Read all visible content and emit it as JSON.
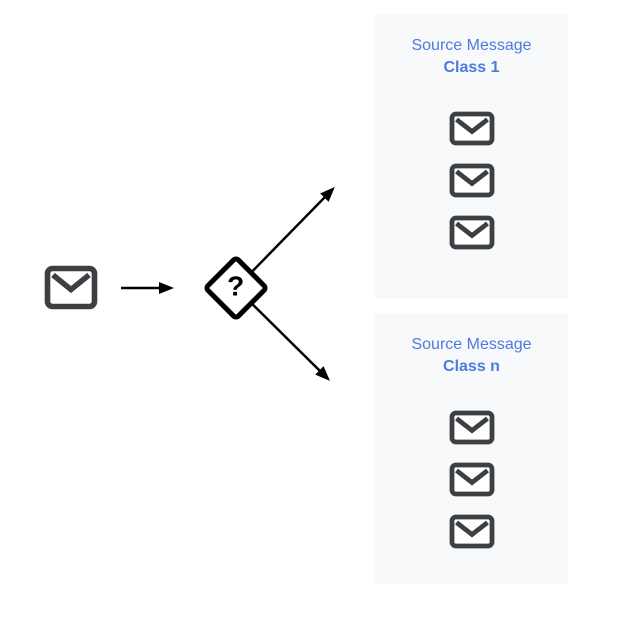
{
  "diagram": {
    "decision": {
      "symbol": "?",
      "shape": "diamond"
    },
    "panels": [
      {
        "title_line1": "Source Message",
        "title_line2": "Class 1",
        "message_count": 3
      },
      {
        "title_line1": "Source Message",
        "title_line2": "Class n",
        "message_count": 3
      }
    ],
    "colors": {
      "panel_bg": "#F8F9FA",
      "title_text": "#4C7BDE",
      "envelope_stroke": "#3C4043",
      "line_black": "#000000"
    }
  }
}
